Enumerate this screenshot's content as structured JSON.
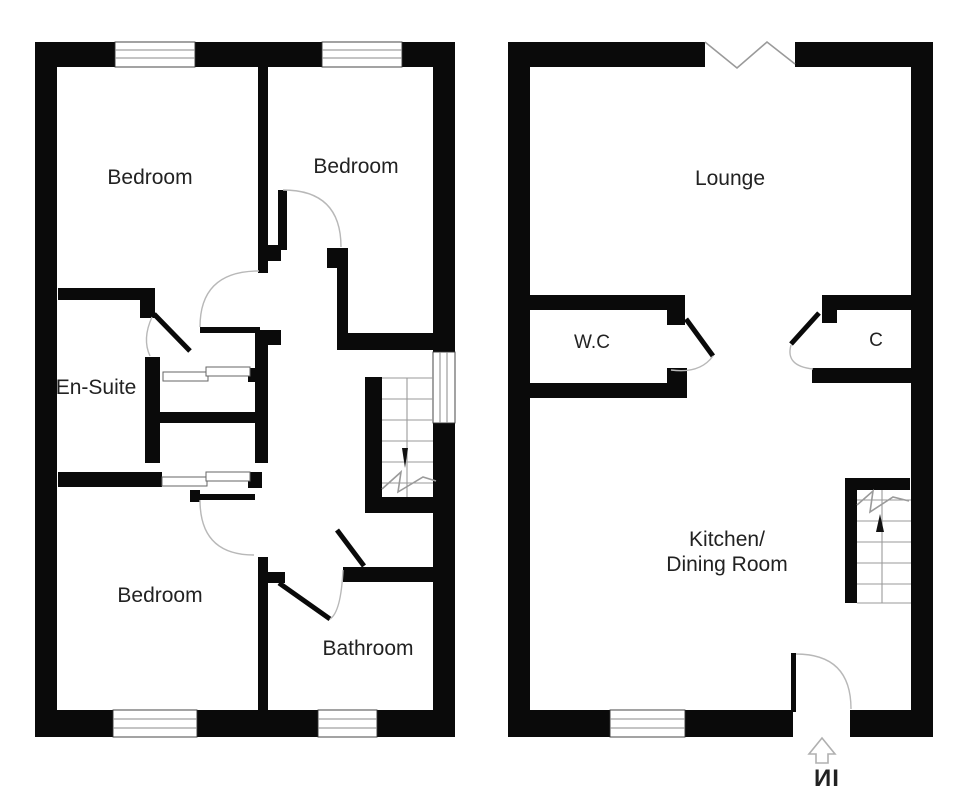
{
  "first_floor": {
    "bedroom_top_left": "Bedroom",
    "bedroom_top_right": "Bedroom",
    "en_suite": "En-Suite",
    "bedroom_bottom": "Bedroom",
    "bathroom": "Bathroom"
  },
  "ground_floor": {
    "lounge": "Lounge",
    "wc": "W.C",
    "cupboard": "C",
    "kitchen_dining_line1": "Kitchen/",
    "kitchen_dining_line2": "Dining Room",
    "entrance_label": "ИI"
  },
  "colors": {
    "wall": "#0a0a0a",
    "arc": "#b8b8b8",
    "tread": "#9a9a9a",
    "slider": "#666666",
    "text": "#222222",
    "background": "#ffffff"
  }
}
